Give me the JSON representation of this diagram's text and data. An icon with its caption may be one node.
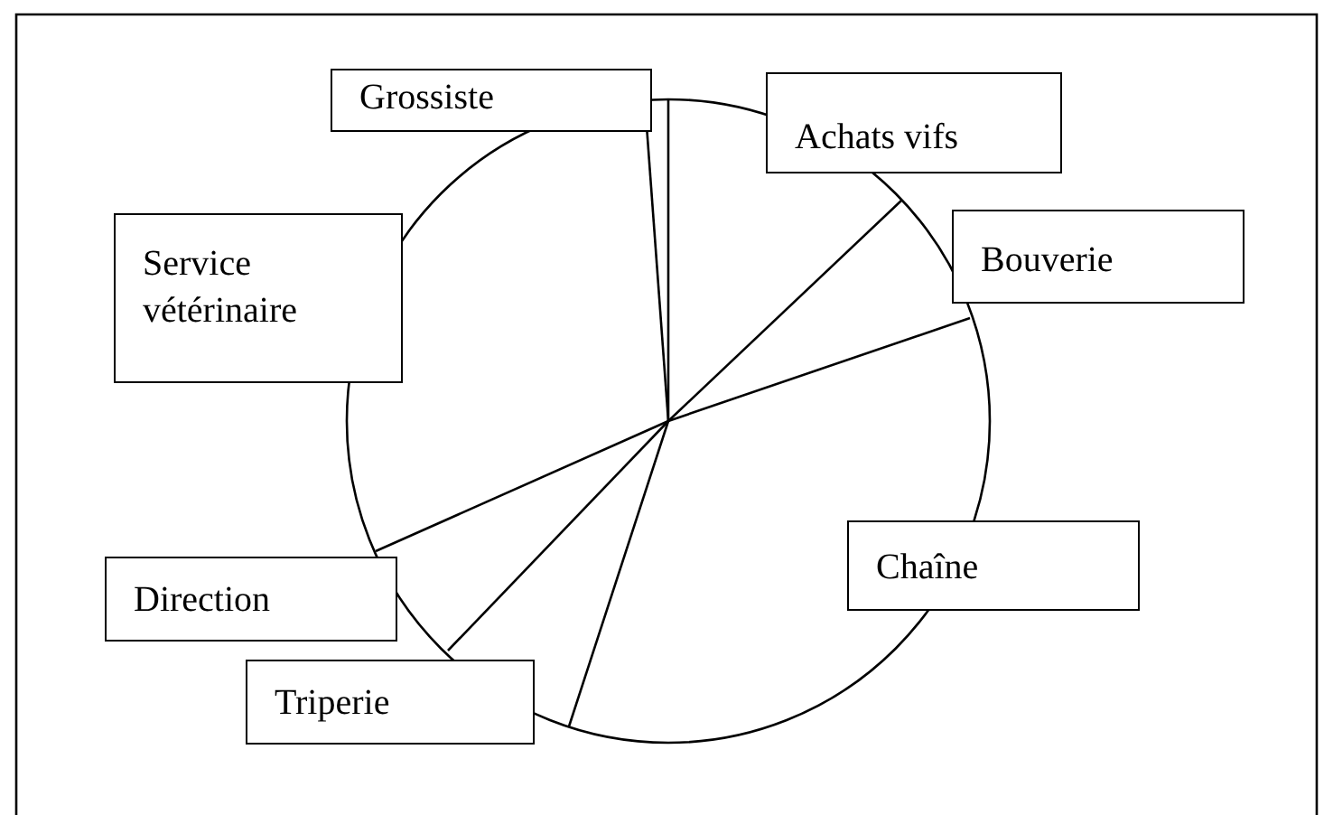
{
  "diagram": {
    "nodes": [
      {
        "text": [
          "Grossiste"
        ]
      },
      {
        "text": [
          "Achats vifs"
        ]
      },
      {
        "text": [
          "Bouverie"
        ]
      },
      {
        "text": [
          "Service vétérinaire"
        ]
      },
      {
        "text": [
          "Chaîne"
        ]
      },
      {
        "text": [
          "Direction"
        ]
      },
      {
        "text": [
          "Triperie"
        ]
      }
    ]
  }
}
